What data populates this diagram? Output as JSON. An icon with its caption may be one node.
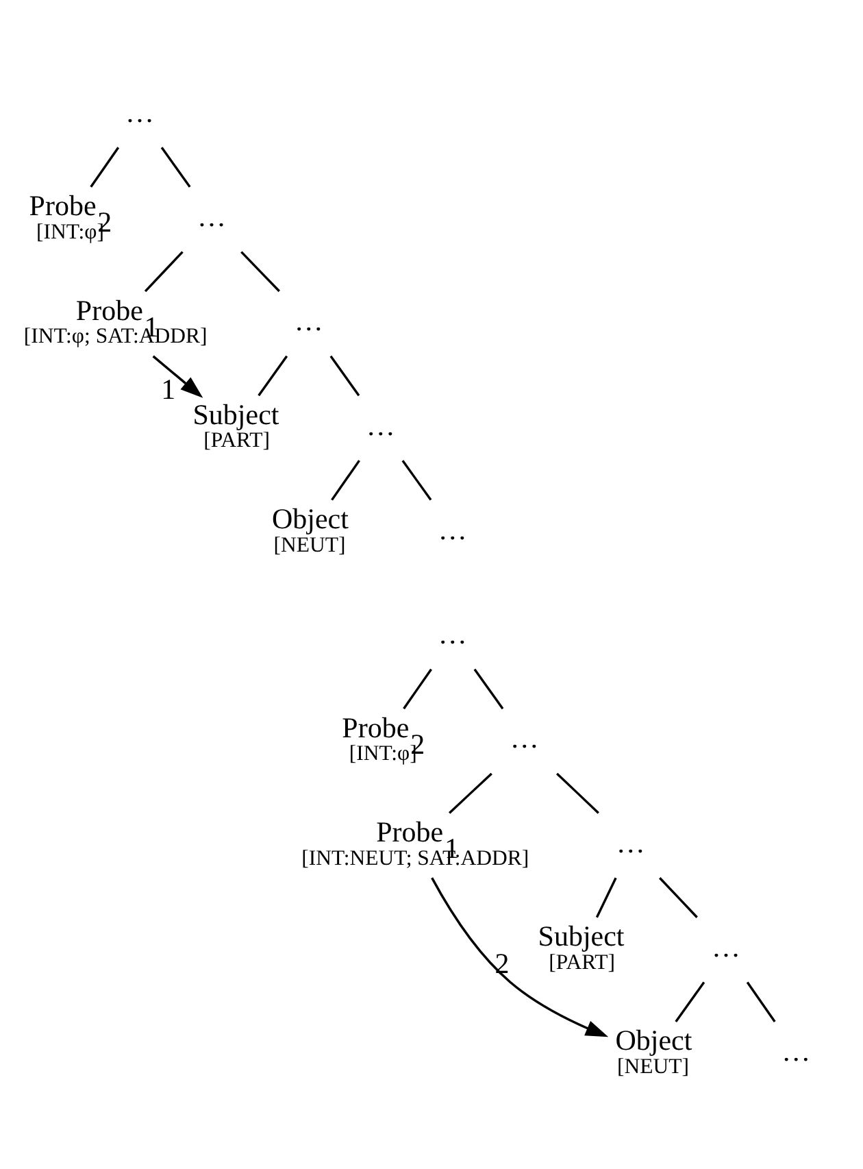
{
  "diagram": {
    "nodes": [
      {
        "text": [
          "…"
        ]
      },
      {
        "text": [
          "Probe$_{2}$",
          "[INT:φ]"
        ]
      },
      {
        "text": [
          "…"
        ]
      },
      {
        "text": [
          "Probe$_{1}$",
          "[INT:φ; SAT:ADDR]"
        ]
      },
      {
        "text": [
          "…"
        ]
      },
      {
        "text": [
          "Subject",
          "[PART]"
        ]
      },
      {
        "text": [
          "…"
        ]
      },
      {
        "text": [
          "Object",
          "[NEUT]"
        ]
      },
      {
        "text": [
          "…"
        ]
      },
      {
        "text": [
          "…"
        ]
      },
      {
        "text": [
          "Probe$_{2}$",
          "[INT:φ]"
        ]
      },
      {
        "text": [
          "…"
        ]
      },
      {
        "text": [
          "Probe$_{1}$",
          "[INT:NEUT; SAT:ADDR]"
        ]
      },
      {
        "text": [
          "…"
        ]
      },
      {
        "text": [
          "Subject",
          "[PART]"
        ]
      },
      {
        "text": [
          "…"
        ]
      },
      {
        "text": [
          "Object",
          "[NEUT]"
        ]
      },
      {
        "text": [
          "…"
        ]
      }
    ],
    "edges": [
      {
        "from": 0,
        "to": 1,
        "arrow": "none"
      },
      {
        "from": 0,
        "to": 2,
        "arrow": "none"
      },
      {
        "from": 2,
        "to": 3,
        "arrow": "none"
      },
      {
        "from": 2,
        "to": 4,
        "arrow": "none"
      },
      {
        "from": 4,
        "to": 5,
        "arrow": "none"
      },
      {
        "from": 4,
        "to": 6,
        "arrow": "none"
      },
      {
        "from": 6,
        "to": 7,
        "arrow": "none"
      },
      {
        "from": 6,
        "to": 8,
        "arrow": "none"
      },
      {
        "from": 3,
        "to": 5,
        "arrow": "to",
        "label": "1"
      },
      {
        "from": 9,
        "to": 10,
        "arrow": "none"
      },
      {
        "from": 9,
        "to": 11,
        "arrow": "none"
      },
      {
        "from": 11,
        "to": 12,
        "arrow": "none"
      },
      {
        "from": 11,
        "to": 13,
        "arrow": "none"
      },
      {
        "from": 13,
        "to": 14,
        "arrow": "none"
      },
      {
        "from": 13,
        "to": 15,
        "arrow": "none"
      },
      {
        "from": 15,
        "to": 16,
        "arrow": "none"
      },
      {
        "from": 15,
        "to": 17,
        "arrow": "none"
      },
      {
        "from": 12,
        "to": 16,
        "arrow": "to",
        "label": "2"
      }
    ]
  }
}
